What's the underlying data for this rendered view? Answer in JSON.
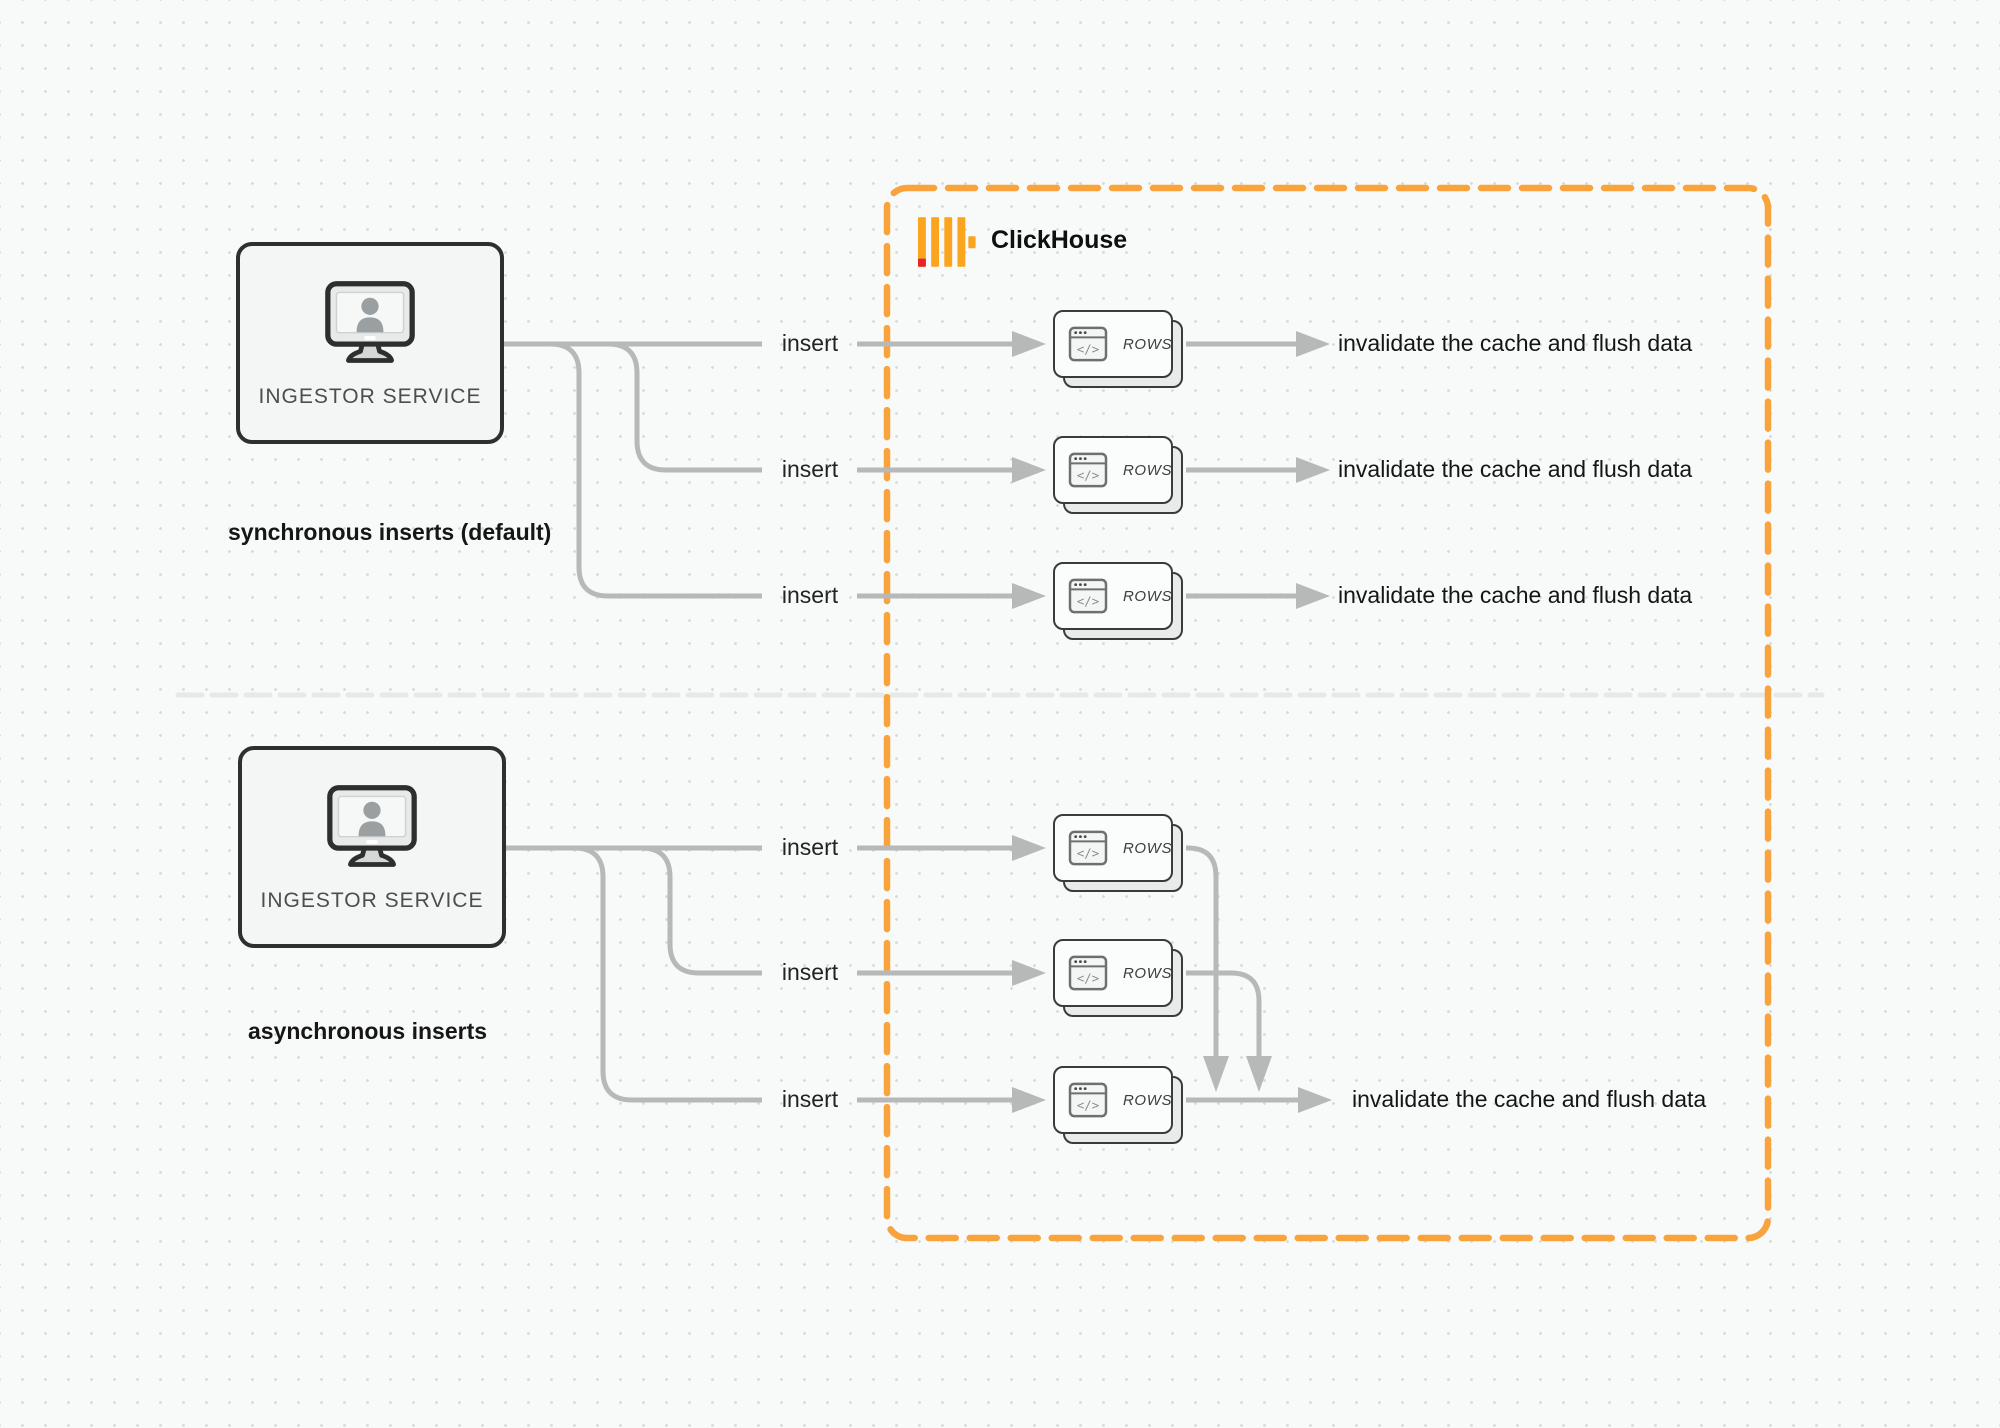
{
  "colors": {
    "accent_orange": "#F8A33B",
    "logo_amber": "#FAA51D",
    "logo_red": "#E7242C",
    "line_gray": "#B7B8B8",
    "background": "#F8F9F9"
  },
  "clickhouse": {
    "label": "ClickHouse",
    "logo_icon": "clickhouse-bars-icon"
  },
  "sync": {
    "caption": "synchronous inserts (default)",
    "service": {
      "label": "INGESTOR SERVICE",
      "icon": "user-workstation-icon"
    },
    "rows": [
      {
        "insert_label": "insert",
        "card_label": "ROWS",
        "result_label": "invalidate the cache and flush data"
      },
      {
        "insert_label": "insert",
        "card_label": "ROWS",
        "result_label": "invalidate the cache and flush data"
      },
      {
        "insert_label": "insert",
        "card_label": "ROWS",
        "result_label": "invalidate the cache and flush data"
      }
    ]
  },
  "async": {
    "caption": "asynchronous inserts",
    "service": {
      "label": "INGESTOR SERVICE",
      "icon": "user-workstation-icon"
    },
    "rows": [
      {
        "insert_label": "insert",
        "card_label": "ROWS"
      },
      {
        "insert_label": "insert",
        "card_label": "ROWS"
      },
      {
        "insert_label": "insert",
        "card_label": "ROWS"
      }
    ],
    "result_label": "invalidate the cache and flush data"
  }
}
